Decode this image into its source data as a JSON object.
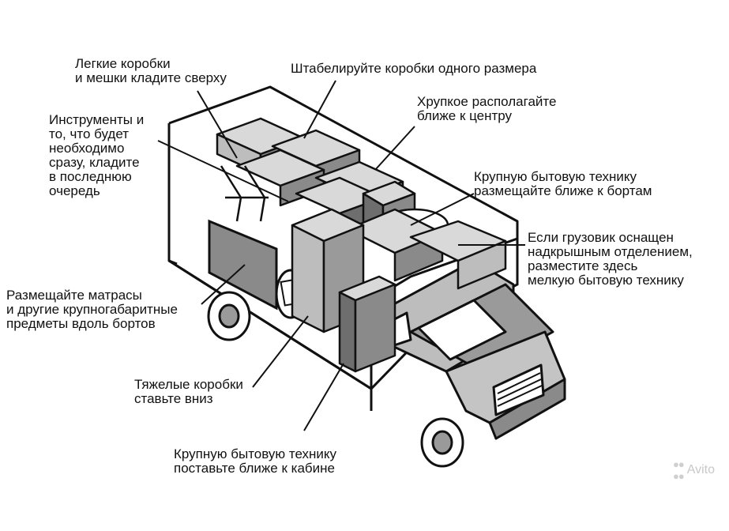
{
  "labels": {
    "light_boxes": "Легкие коробки\nи мешки кладите сверху",
    "stack_same_size": "Штабелируйте коробки одного размера",
    "fragile_center": "Хрупкое располагайте\nближе к центру",
    "tools_last": "Инструменты и\nто, что будет\nнеобходимо\nсразу, кладите\nв последнюю\nочередь",
    "large_appliances_sides": "Крупную бытовую технику\nразмещайте ближе к бортам",
    "roof_compartment": "Если грузовик оснащен\nнадкрышным отделением,\nразместите здесь\nмелкую бытовую технику",
    "mattresses_sides": "Размещайте матрасы\nи другие крупногабаритные\nпредметы вдоль бортов",
    "heavy_boxes_bottom": "Тяжелые коробки\nставьте вниз",
    "large_appliances_cabin": "Крупную бытовую технику\nпоставьте ближе к кабине"
  },
  "watermark": "Avito",
  "colors": {
    "line": "#111111",
    "box_light": "#d9d9d9",
    "box_mid": "#bdbdbd",
    "box_dark": "#8a8a8a",
    "box_darker": "#6e6e6e",
    "cab": "#c4c4c4",
    "cab_dark": "#9a9a9a"
  }
}
